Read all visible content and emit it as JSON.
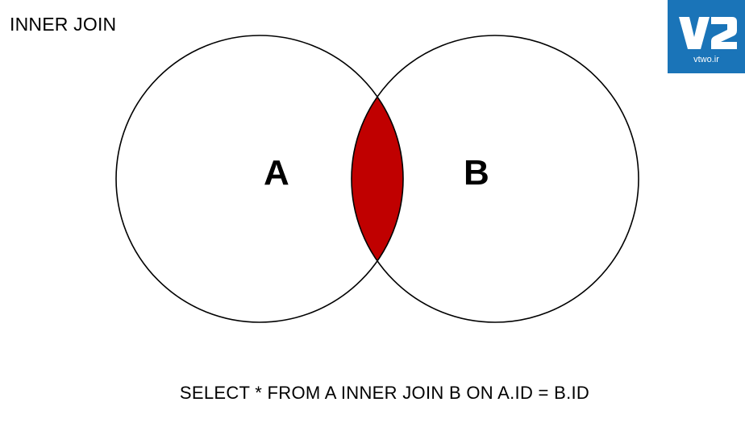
{
  "diagram": {
    "title": "INNER JOIN",
    "set_a_label": "A",
    "set_b_label": "B",
    "query": "SELECT * FROM A INNER JOIN B ON A.ID = B.ID",
    "highlighted_region": "intersection"
  },
  "logo": {
    "text": "V2",
    "caption": "vtwo.ir"
  },
  "colors": {
    "background": "#ffffff",
    "outline": "#000000",
    "intersection_fill": "#c00000",
    "logo_background": "#1a74b8",
    "logo_text": "#ffffff"
  }
}
